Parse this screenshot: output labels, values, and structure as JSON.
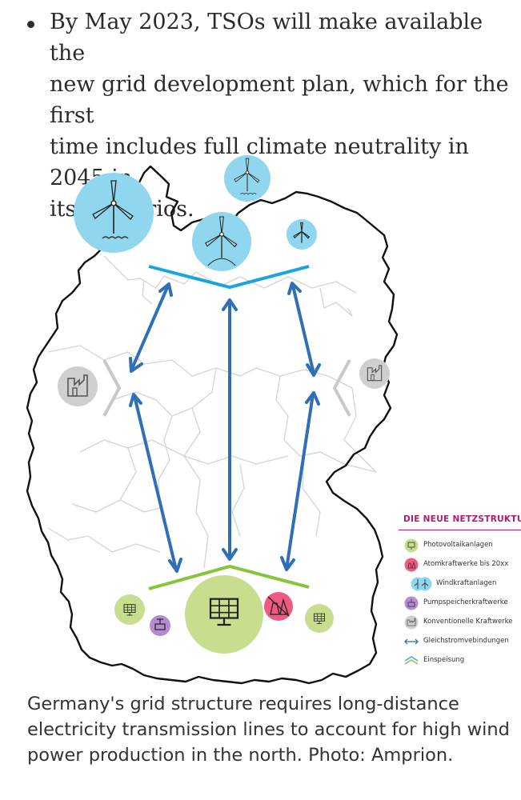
{
  "bullet": {
    "text": "By May 2023, TSOs will make available the\nnew grid development plan, which for the first\ntime includes full climate neutrality in 2045 in\nits scenarios."
  },
  "legend": {
    "title": "DIE NEUE NETZSTRUKTUR",
    "items": [
      {
        "label": "Photovoltaikanlagen",
        "icon": "solar-panel-icon",
        "color": "#c8dd8e"
      },
      {
        "label": "Atomkraftwerke bis 20xx",
        "icon": "nuclear-plant-icon",
        "color": "#ee5a82"
      },
      {
        "label": "Windkraftanlagen",
        "icon": "wind-turbine-icon",
        "color": "#8fd6ee"
      },
      {
        "label": "Pumpspeicherkraftwerke",
        "icon": "pumped-storage-icon",
        "color": "#b48ad0"
      },
      {
        "label": "Konventionelle Kraftwerke",
        "icon": "conventional-plant-icon",
        "color": "#cfcfcf"
      },
      {
        "label": "Gleichstromvebindungen",
        "icon": "dc-link-arrow-icon",
        "color": "#2f6fb8"
      },
      {
        "label": "Einspeisung",
        "icon": "feed-in-chevron-icon",
        "color": "#3aaee0"
      }
    ]
  },
  "caption": {
    "text": "Germany's grid structure requires long-distance\nelectricity transmission lines to account for high wind\npower production in the north. Photo: Amprion."
  },
  "colors": {
    "wind_circle": "#8fd6ee",
    "solar_circle": "#c8dd8e",
    "nuclear_circle": "#ee5a82",
    "pump_circle": "#b48ad0",
    "conventional_circle": "#cfcfcf",
    "north_line": "#1aa3dc",
    "south_line": "#86c43a",
    "hvdc_arrow": "#2f6fb8",
    "legend_accent": "#b01a6e"
  }
}
